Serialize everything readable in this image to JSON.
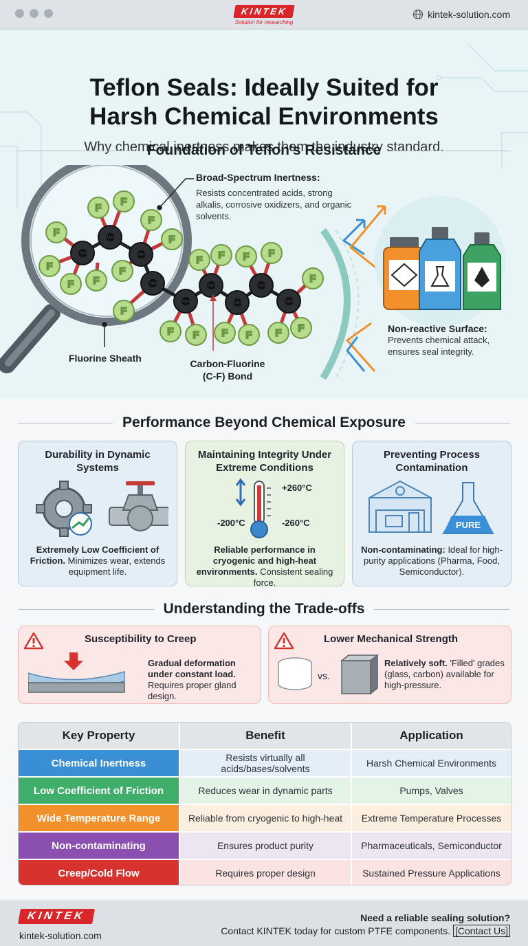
{
  "browser": {
    "brand": "KINTEK",
    "tagline": "Solution for researching",
    "url": "kintek-solution.com"
  },
  "hero": {
    "title_line1": "Teflon Seals: Ideally Suited for",
    "title_line2": "Harsh Chemical Environments",
    "subtitle": "Why chemical inertness makes them the industry standard."
  },
  "foundation": {
    "heading": "Foundation of Teflon's Resistance",
    "inertness_title": "Broad-Spectrum Inertness:",
    "inertness_body": "Resists concentrated acids, strong alkalis, corrosive oxidizers, and organic solvents.",
    "sheath_label": "Fluorine Sheath",
    "bond_label": "Carbon-Fluorine (C-F) Bond",
    "surface_title": "Non-reactive Surface:",
    "surface_body": "Prevents chemical attack, ensures seal integrity.",
    "atom_f": "F",
    "atom_c": "C"
  },
  "performance": {
    "heading": "Performance Beyond Chemical Exposure",
    "cards": [
      {
        "title": "Durability in Dynamic Systems",
        "bold": "Extremely Low Coefficient of Friction.",
        "body": " Minimizes wear, extends equipment life."
      },
      {
        "title": "Maintaining Integrity Under Extreme Conditions",
        "bold": "Reliable performance in cryogenic and high-heat environments.",
        "body": " Consistent sealing force.",
        "temp_high": "+260°C",
        "temp_low_left": "-200°C",
        "temp_low_right": "-260°C"
      },
      {
        "title": "Preventing Process Contamination",
        "bold": "Non-contaminating:",
        "body": " Ideal for high-purity applications (Pharma, Food, Semiconductor).",
        "flask_label": "PURE"
      }
    ]
  },
  "tradeoffs": {
    "heading": "Understanding the Trade-offs",
    "items": [
      {
        "title": "Susceptibility to Creep",
        "bold": "Gradual deformation under constant load.",
        "body": " Requires proper gland design."
      },
      {
        "title": "Lower Mechanical Strength",
        "bold": "Relatively soft.",
        "body": " 'Filled' grades (glass, carbon) available for high-pressure.",
        "vs": "vs."
      }
    ]
  },
  "table": {
    "headers": [
      "Key Property",
      "Benefit",
      "Application"
    ],
    "rows": [
      {
        "property": "Chemical Inertness",
        "benefit": "Resists virtually all acids/bases/solvents",
        "application": "Harsh Chemical Environments",
        "color": "#3a8fd4",
        "tint": "#e3eef8"
      },
      {
        "property": "Low Coefficient of Friction",
        "benefit": "Reduces wear in dynamic parts",
        "application": "Pumps, Valves",
        "color": "#3fae6a",
        "tint": "#e3f3e6"
      },
      {
        "property": "Wide Temperature Range",
        "benefit": "Reliable from cryogenic to high-heat",
        "application": "Extreme Temperature Processes",
        "color": "#f2902b",
        "tint": "#fcefdf"
      },
      {
        "property": "Non-contaminating",
        "benefit": "Ensures product purity",
        "application": "Pharmaceuticals, Semiconductor",
        "color": "#8a4fb0",
        "tint": "#eee5f3"
      },
      {
        "property": "Creep/Cold Flow",
        "benefit": "Requires proper design",
        "application": "Sustained Pressure Applications",
        "color": "#d8322f",
        "tint": "#fbe3e2"
      }
    ]
  },
  "footer": {
    "brand": "KINTEK",
    "url": "kintek-solution.com",
    "question": "Need a reliable sealing solution?",
    "cta": "Contact KINTEK today for custom PTFE components.",
    "link": "[Contact Us]"
  },
  "icons": [
    "globe-icon",
    "magnifier-icon",
    "warning-icon",
    "gear-icon",
    "valve-icon",
    "thermometer-icon",
    "cleanroom-icon",
    "flask-icon",
    "bottle-icon"
  ]
}
